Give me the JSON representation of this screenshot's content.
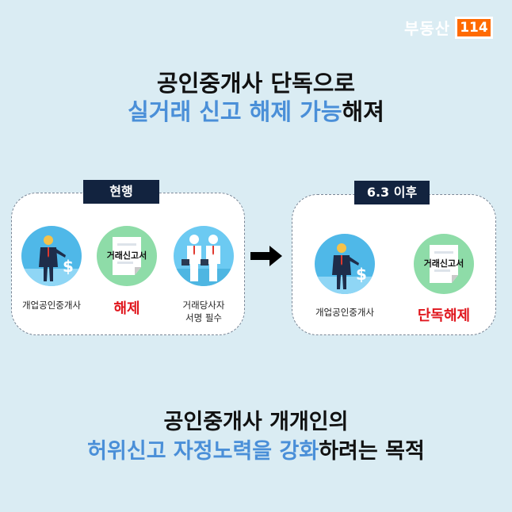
{
  "logo": {
    "text": "부동산",
    "number": "114"
  },
  "title": {
    "line1": "공인중개사 단독으로",
    "line2_blue": "실거래 신고 해제 가능",
    "line2_black": "해져"
  },
  "before": {
    "tag": "현행",
    "items": [
      {
        "caption": "개업공인중개사"
      },
      {
        "doc_label": "거래신고서",
        "caption": "해제"
      },
      {
        "caption_line1": "거래당사자",
        "caption_line2": "서명 필수"
      }
    ]
  },
  "after": {
    "tag": "6.3 이후",
    "items": [
      {
        "caption": "개업공인중개사"
      },
      {
        "doc_label": "거래신고서",
        "caption": "단독해제"
      }
    ]
  },
  "footer": {
    "line1": "공인중개사 개개인의",
    "line2_blue": "허위신고 자정노력을 강화",
    "line2_black": "하려는 목적"
  },
  "colors": {
    "background": "#daecf3",
    "accent_blue": "#4a8fd8",
    "red": "#e0161d",
    "navy": "#12233f",
    "logo_orange": "#ff6a00"
  }
}
